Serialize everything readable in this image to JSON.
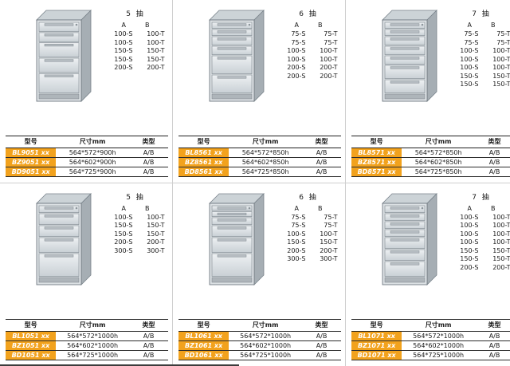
{
  "page": {
    "background": "#ffffff",
    "divider_color": "#cfcfcf",
    "bottom_rule_color": "#3c3c3c"
  },
  "colors": {
    "model_highlight": "#f2a21d",
    "model_text": "#ffffff",
    "table_line": "#1f1f1f"
  },
  "spec_cols": [
    "A",
    "B"
  ],
  "table_headers": [
    "型号",
    "尺寸mm",
    "类型"
  ],
  "panels": [
    {
      "title": "5 抽",
      "drawer_sizes": [
        100,
        100,
        150,
        150,
        200
      ],
      "drawer_rows": [
        [
          "100-S",
          "100-T"
        ],
        [
          "100-S",
          "100-T"
        ],
        [
          "150-S",
          "150-T"
        ],
        [
          "150-S",
          "150-T"
        ],
        [
          "200-S",
          "200-T"
        ]
      ],
      "models": [
        [
          "BL9051 xx",
          "564*572*900h",
          "A/B"
        ],
        [
          "BZ9051 xx",
          "564*602*900h",
          "A/B"
        ],
        [
          "BD9051 xx",
          "564*725*900h",
          "A/B"
        ]
      ]
    },
    {
      "title": "6 抽",
      "drawer_sizes": [
        75,
        75,
        100,
        100,
        200,
        200
      ],
      "drawer_rows": [
        [
          "75-S",
          "75-T"
        ],
        [
          "75-S",
          "75-T"
        ],
        [
          "100-S",
          "100-T"
        ],
        [
          "100-S",
          "100-T"
        ],
        [
          "200-S",
          "200-T"
        ],
        [
          "200-S",
          "200-T"
        ]
      ],
      "models": [
        [
          "BL8561 xx",
          "564*572*850h",
          "A/B"
        ],
        [
          "BZ8561 xx",
          "564*602*850h",
          "A/B"
        ],
        [
          "BD8561 xx",
          "564*725*850h",
          "A/B"
        ]
      ]
    },
    {
      "title": "7 抽",
      "drawer_sizes": [
        75,
        75,
        100,
        100,
        100,
        150,
        150
      ],
      "drawer_rows": [
        [
          "75-S",
          "75-T"
        ],
        [
          "75-S",
          "75-T"
        ],
        [
          "100-S",
          "100-T"
        ],
        [
          "100-S",
          "100-T"
        ],
        [
          "100-S",
          "100-T"
        ],
        [
          "150-S",
          "150-T"
        ],
        [
          "150-S",
          "150-T"
        ]
      ],
      "models": [
        [
          "BL8571 xx",
          "564*572*850h",
          "A/B"
        ],
        [
          "BZ8571 xx",
          "564*602*850h",
          "A/B"
        ],
        [
          "BD8571 xx",
          "564*725*850h",
          "A/B"
        ]
      ]
    },
    {
      "title": "5 抽",
      "drawer_sizes": [
        100,
        150,
        150,
        200,
        300
      ],
      "drawer_rows": [
        [
          "100-S",
          "100-T"
        ],
        [
          "150-S",
          "150-T"
        ],
        [
          "150-S",
          "150-T"
        ],
        [
          "200-S",
          "200-T"
        ],
        [
          "300-S",
          "300-T"
        ]
      ],
      "models": [
        [
          "BL1051 xx",
          "564*572*1000h",
          "A/B"
        ],
        [
          "BZ1051 xx",
          "564*602*1000h",
          "A/B"
        ],
        [
          "BD1051 xx",
          "564*725*1000h",
          "A/B"
        ]
      ]
    },
    {
      "title": "6 抽",
      "drawer_sizes": [
        75,
        75,
        100,
        150,
        200,
        300
      ],
      "drawer_rows": [
        [
          "75-S",
          "75-T"
        ],
        [
          "75-S",
          "75-T"
        ],
        [
          "100-S",
          "100-T"
        ],
        [
          "150-S",
          "150-T"
        ],
        [
          "200-S",
          "200-T"
        ],
        [
          "300-S",
          "300-T"
        ]
      ],
      "models": [
        [
          "BL1061 xx",
          "564*572*1000h",
          "A/B"
        ],
        [
          "BZ1061 xx",
          "564*602*1000h",
          "A/B"
        ],
        [
          "BD1061 xx",
          "564*725*1000h",
          "A/B"
        ]
      ]
    },
    {
      "title": "7 抽",
      "drawer_sizes": [
        100,
        100,
        100,
        100,
        150,
        150,
        200
      ],
      "drawer_rows": [
        [
          "100-S",
          "100-T"
        ],
        [
          "100-S",
          "100-T"
        ],
        [
          "100-S",
          "100-T"
        ],
        [
          "100-S",
          "100-T"
        ],
        [
          "150-S",
          "150-T"
        ],
        [
          "150-S",
          "150-T"
        ],
        [
          "200-S",
          "200-T"
        ]
      ],
      "models": [
        [
          "BL1071 xx",
          "564*572*1000h",
          "A/B"
        ],
        [
          "BZ1071 xx",
          "564*602*1000h",
          "A/B"
        ],
        [
          "BD1071 xx",
          "564*725*1000h",
          "A/B"
        ]
      ]
    }
  ]
}
